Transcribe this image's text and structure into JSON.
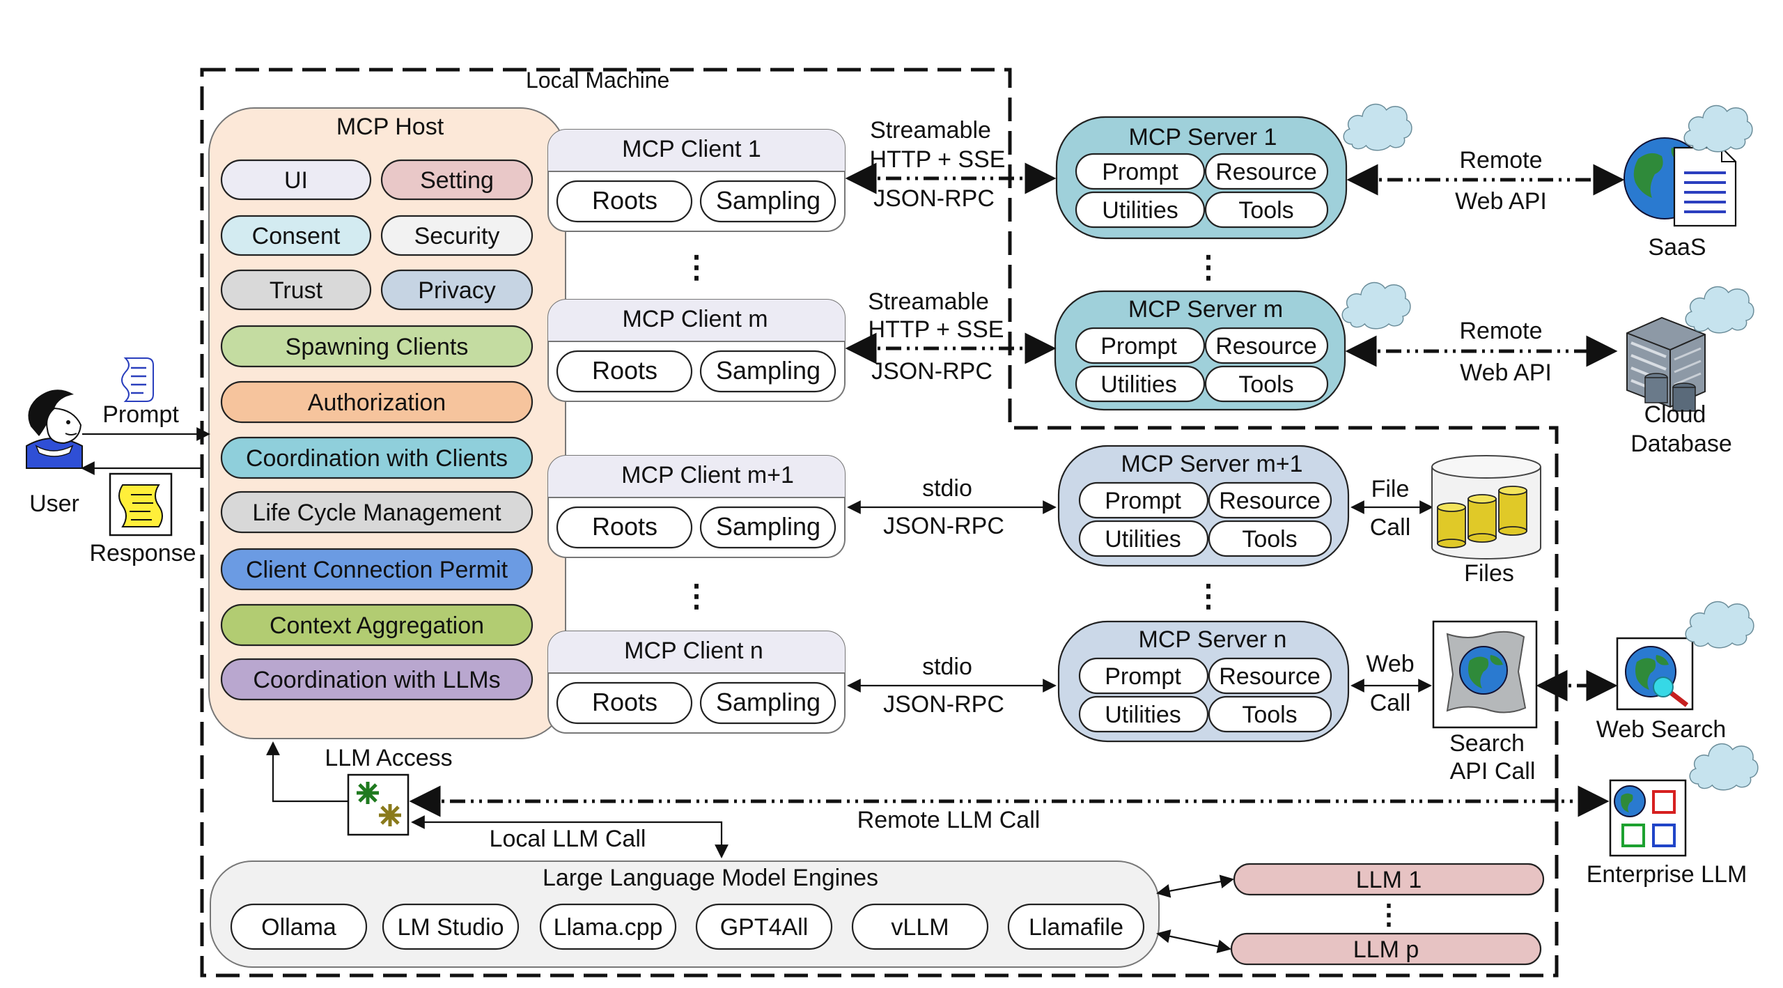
{
  "local_machine_label": "Local Machine",
  "host": {
    "title": "MCP Host",
    "chips": [
      {
        "label": "UI",
        "color": "#ecebf4"
      },
      {
        "label": "Setting",
        "color": "#e9c8c8"
      },
      {
        "label": "Consent",
        "color": "#d3ebf1"
      },
      {
        "label": "Security",
        "color": "#f2f2f2"
      },
      {
        "label": "Trust",
        "color": "#d9d9d9"
      },
      {
        "label": "Privacy",
        "color": "#c6d4e3"
      }
    ],
    "bars": [
      {
        "label": "Spawning Clients",
        "color": "#c4dca1"
      },
      {
        "label": "Authorization",
        "color": "#f6c49d"
      },
      {
        "label": "Coordination with Clients",
        "color": "#8fcfdb"
      },
      {
        "label": "Life Cycle Management",
        "color": "#d8d8d8"
      },
      {
        "label": "Client Connection Permit",
        "color": "#6b9be3"
      },
      {
        "label": "Context Aggregation",
        "color": "#b2cc72"
      },
      {
        "label": "Coordination with LLMs",
        "color": "#b9a7cf"
      }
    ]
  },
  "clients": [
    {
      "title": "MCP Client 1",
      "items": [
        "Roots",
        "Sampling"
      ]
    },
    {
      "title": "MCP Client m",
      "items": [
        "Roots",
        "Sampling"
      ]
    },
    {
      "title": "MCP Client m+1",
      "items": [
        "Roots",
        "Sampling"
      ]
    },
    {
      "title": "MCP Client n",
      "items": [
        "Roots",
        "Sampling"
      ]
    }
  ],
  "servers": [
    {
      "title": "MCP Server 1",
      "items": [
        "Prompt",
        "Resource",
        "Utilities",
        "Tools"
      ],
      "color": "#9fd0da"
    },
    {
      "title": "MCP Server m",
      "items": [
        "Prompt",
        "Resource",
        "Utilities",
        "Tools"
      ],
      "color": "#9fd0da"
    },
    {
      "title": "MCP Server m+1",
      "items": [
        "Prompt",
        "Resource",
        "Utilities",
        "Tools"
      ],
      "color": "#cbd8e8"
    },
    {
      "title": "MCP Server n",
      "items": [
        "Prompt",
        "Resource",
        "Utilities",
        "Tools"
      ],
      "color": "#cbd8e8"
    }
  ],
  "transports": [
    {
      "line1": "Streamable",
      "line2": "HTTP + SSE",
      "line3": "JSON-RPC"
    },
    {
      "line1": "Streamable",
      "line2": "HTTP + SSE",
      "line3": "JSON-RPC"
    },
    {
      "line1": "stdio",
      "line2": "JSON-RPC"
    },
    {
      "line1": "stdio",
      "line2": "JSON-RPC"
    }
  ],
  "remote": [
    {
      "line1": "Remote",
      "line2": "Web API"
    },
    {
      "line1": "Remote",
      "line2": "Web API"
    }
  ],
  "file_call": {
    "line1": "File",
    "line2": "Call"
  },
  "web_call": {
    "line1": "Web",
    "line2": "Call"
  },
  "externals": {
    "saas": "SaaS",
    "cloud_db_1": "Cloud",
    "cloud_db_2": "Database",
    "files": "Files",
    "search_api_1": "Search",
    "search_api_2": "API Call",
    "web_search": "Web Search",
    "enterprise_llm": "Enterprise LLM"
  },
  "user": {
    "label": "User",
    "prompt": "Prompt",
    "response": "Response"
  },
  "llm_access": "LLM Access",
  "local_llm_call": "Local LLM Call",
  "remote_llm_call": "Remote LLM Call",
  "engines": {
    "title": "Large Language Model Engines",
    "items": [
      "Ollama",
      "LM Studio",
      "Llama.cpp",
      "GPT4All",
      "vLLM",
      "Llamafile"
    ]
  },
  "llms": [
    {
      "label": "LLM 1",
      "color": "#e7c3c3"
    },
    {
      "label": "LLM p",
      "color": "#e7c3c3"
    }
  ],
  "ellipsis": "⋮",
  "icons": [
    "user-icon",
    "prompt-scroll-icon",
    "response-document-icon",
    "llm-access-icon",
    "saas-globe-document-icon",
    "cloud-database-server-icon",
    "files-cylinders-icon",
    "search-map-globe-icon",
    "web-search-globe-magnifier-icon",
    "enterprise-llm-grid-icon",
    "cloud-icon"
  ]
}
